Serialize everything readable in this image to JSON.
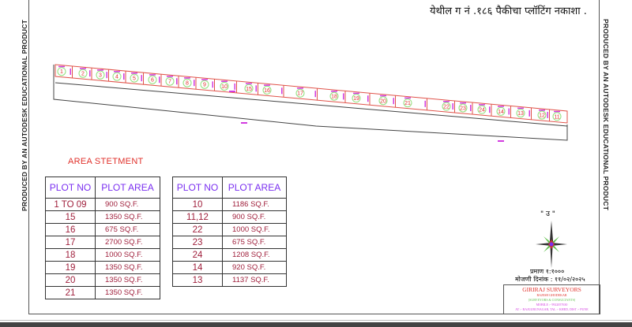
{
  "title": "येथील ग नं .१८६ पैकीचा प्लॉटिंग नकाशा .",
  "side_text": "PRODUCED BY AN AUTODESK EDUCATIONAL PRODUCT",
  "area_statement_title": "AREA STETMENT",
  "table_headers": {
    "plot_no": "PLOT NO",
    "plot_area": "PLOT AREA"
  },
  "table_left": [
    {
      "no": "1 TO 09",
      "area": "900 SQ.F."
    },
    {
      "no": "15",
      "area": "1350 SQ.F."
    },
    {
      "no": "16",
      "area": "675 SQ.F."
    },
    {
      "no": "17",
      "area": "2700 SQ.F."
    },
    {
      "no": "18",
      "area": "1000 SQ.F."
    },
    {
      "no": "19",
      "area": "1350 SQ.F."
    },
    {
      "no": "20",
      "area": "1350 SQ.F."
    },
    {
      "no": "21",
      "area": "1350 SQ.F."
    }
  ],
  "table_right": [
    {
      "no": "10",
      "area": "1186 SQ.F."
    },
    {
      "no": "11,12",
      "area": "900 SQ.F."
    },
    {
      "no": "22",
      "area": "1000 SQ.F."
    },
    {
      "no": "23",
      "area": "675 SQ.F."
    },
    {
      "no": "24",
      "area": "1208 SQ.F."
    },
    {
      "no": "14",
      "area": "920 SQ.F."
    },
    {
      "no": "13",
      "area": "1137 SQ.F."
    }
  ],
  "plots": [
    "1",
    "2",
    "3",
    "4",
    "5",
    "6",
    "7",
    "8",
    "9",
    "10",
    "15",
    "16",
    "17",
    "18",
    "19",
    "20",
    "21",
    "22",
    "23",
    "24",
    "14",
    "13",
    "12",
    "11"
  ],
  "north_label": "\" उ \"",
  "scale": "प्रमाण  १:१०००",
  "survey_date": "मोजणी दिनांक : ११/०२/२०२५",
  "surveyor": {
    "name": "GIRIRAJ SURVEYORS",
    "person": "RAJESH GHODEKAR",
    "role": "[SURVEYORS & CONSULTANTS]",
    "mobile": "MOBILE :- 9922057630",
    "address": "AT :- RAJGURUNAGAR, TAL :- KHED, DIST :- PUNE"
  },
  "colors": {
    "plot_line": "#e0534a",
    "plot_label": "#e0312b",
    "circle": "#8fe07a",
    "dimension": "#d23be0"
  }
}
